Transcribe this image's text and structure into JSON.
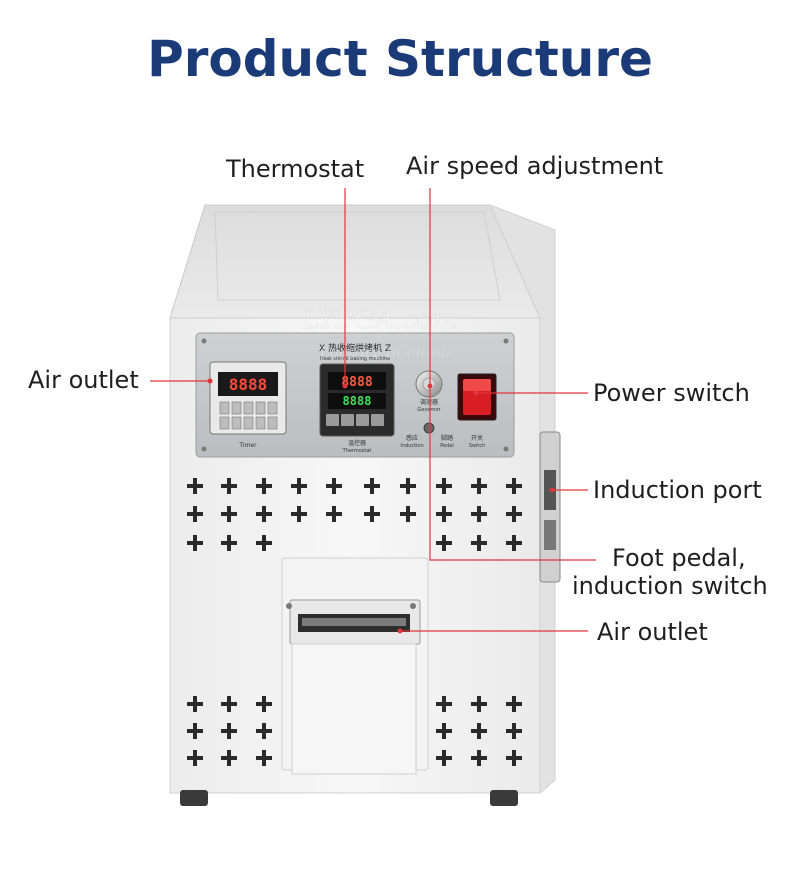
{
  "page": {
    "title": "Product Structure"
  },
  "labels": {
    "thermostat": "Thermostat",
    "air_speed": "Air speed adjustment",
    "air_outlet_left": "Air outlet",
    "power_switch": "Power switch",
    "induction_port": "Induction port",
    "foot_pedal": "Foot pedal,",
    "induction_switch": "induction switch",
    "air_outlet_bottom": "Air outlet"
  },
  "panel": {
    "machine_title": "X 热收缩烘烤机 Z",
    "machine_subtitle": "Heat shrink baking machine",
    "timer_display": "8888",
    "timer_label": "Timer",
    "thermostat_display_top": "8888",
    "thermostat_display_bottom": "8888",
    "thermostat_label_cn": "温控器",
    "thermostat_label_en": "Thermostat",
    "governor_label_cn": "调速器",
    "governor_label_en": "Governor",
    "induction_cn": "感应",
    "induction_en": "Induction",
    "pedal_cn": "脚踏",
    "pedal_en": "Pedal",
    "switch_cn": "开关",
    "switch_en": "Switch"
  },
  "watermark": {
    "line1": "LYBGA.com",
    "line2": "Factory in china"
  },
  "colors": {
    "title": "#1b3a78",
    "callout": "#e0373b",
    "body": "#eeeeee",
    "panel": "#c8c9cc",
    "rocker": "#d81e22"
  }
}
